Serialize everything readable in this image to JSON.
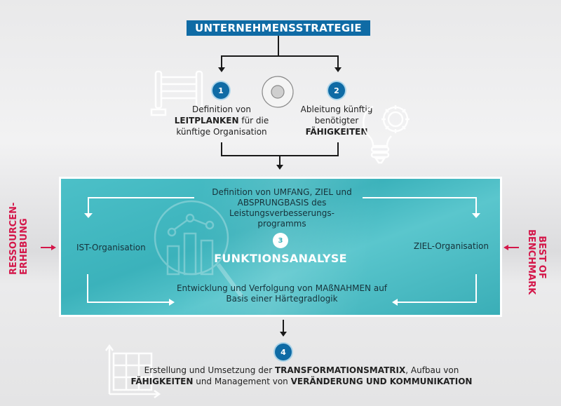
{
  "header": {
    "title": "UNTERNEHMENSSTRATEGIE"
  },
  "steps": [
    {
      "number": "1",
      "line1": "Definition von",
      "line2_bold": "LEITPLANKEN",
      "line2_rest": " für die",
      "line3": "künftige Organisation",
      "icon": "guardrail-icon"
    },
    {
      "number": "2",
      "line1": "Ableitung künftig",
      "line2": "benötigter",
      "line3_bold": "FÄHIGKEITEN",
      "icon": "lightbulb-gear-icon"
    }
  ],
  "center_icon": "target-circle-icon",
  "analysis_box": {
    "top_text_line1": "Definition von UMFANG, ZIEL und",
    "top_text_line2": "ABSPRUNGBASIS des Leistungsverbesserungs-",
    "top_text_line3": "programms",
    "number": "3",
    "title": "FUNKTIONSANALYSE",
    "left_label": "IST-Organisation",
    "right_label": "ZIEL-Organisation",
    "bottom_text_line1": "Entwicklung und Verfolgung von MAßNAHMEN auf",
    "bottom_text_line2": "Basis einer Härtegradlogik",
    "icon": "magnifier-chart-icon",
    "colors": {
      "teal": "#3bb2bb",
      "border": "#ffffff"
    }
  },
  "side_labels": {
    "left_line1": "RESSOURCEN-",
    "left_line2": "ERHEBUNG",
    "right_line1": "BEST OF",
    "right_line2": "BENCHMARK",
    "color": "#d4174a"
  },
  "step4": {
    "number": "4",
    "line1_pre": "Erstellung und Umsetzung der ",
    "line1_bold": "TRANSFORMATIONSMATRIX",
    "line1_post": ", Aufbau von",
    "line2_bold1": "FÄHIGKEITEN",
    "line2_mid": " und Management von ",
    "line2_bold2": "VERÄNDERUNG UND KOMMUNIKATION",
    "icon": "matrix-grid-icon"
  },
  "colors": {
    "brand_blue": "#0f6ba5",
    "accent_red": "#d4174a",
    "teal": "#3bb2bb"
  }
}
